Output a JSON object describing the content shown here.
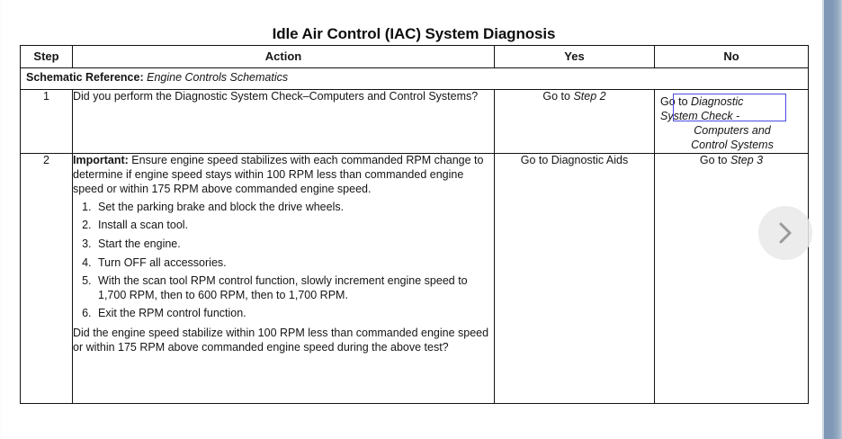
{
  "document": {
    "title": "Idle Air Control (IAC) System Diagnosis"
  },
  "table": {
    "headers": {
      "step": "Step",
      "action": "Action",
      "yes": "Yes",
      "no": "No"
    },
    "schematic_reference": {
      "label": "Schematic Reference:",
      "value": "Engine Controls Schematics"
    },
    "rows": [
      {
        "step": "1",
        "action": "Did you perform the Diagnostic System Check–Computers and Control Systems?",
        "yes": "Go to ",
        "yes_italic": "Step 2",
        "no_line1": "Go to ",
        "no_line1_italic": "Diagnostic",
        "no_line2_italic": "System Check -",
        "no_line3_italic": "Computers and",
        "no_line4_italic": "Control Systems"
      },
      {
        "step": "2",
        "important_label": "Important:",
        "important_text": " Ensure engine speed stabilizes with each commanded RPM change to determine if engine speed stays within 100 RPM less than commanded engine speed or within 175 RPM above commanded engine speed.",
        "numbered_steps": [
          "Set the parking brake and block the drive wheels.",
          "Install a scan tool.",
          "Start the engine.",
          "Turn OFF all accessories.",
          "With the scan tool RPM control function, slowly increment engine speed to 1,700 RPM, then to 600 RPM, then to 1,700 RPM.",
          "Exit the RPM control function."
        ],
        "closing_question": "Did the engine speed stabilize within 100 RPM less than commanded engine speed or within 175 RPM above commanded engine speed during the above test?",
        "yes": "Go to Diagnostic Aids",
        "no": "Go to ",
        "no_italic": "Step 3"
      }
    ]
  },
  "selection": {
    "highlight_color": "#4a4ae0"
  },
  "viewer": {
    "next_label": "chevron-right-icon",
    "gutter_color": "#8099b6"
  }
}
